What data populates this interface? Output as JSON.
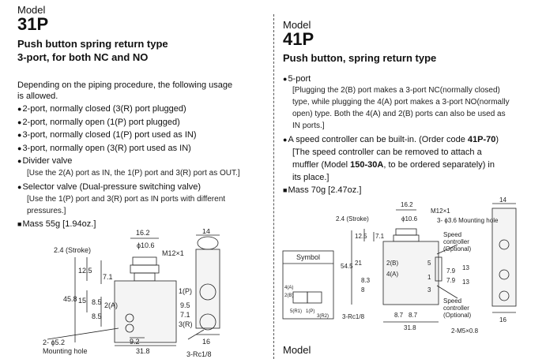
{
  "left": {
    "model_label": "Model",
    "model_number": "31P",
    "title_line1": "Push button spring return type",
    "title_line2": "3-port, for both NC and NO",
    "intro_line1": "Depending on the piping procedure, the following usage",
    "intro_line2": "is allowed.",
    "items": [
      "2-port, normally closed (3(R) port plugged)",
      "2-port, normally open (1(P) port plugged)",
      "3-port, normally closed (1(P) port used as IN)",
      "3-port, normally open (3(R) port used as IN)",
      "Divider valve"
    ],
    "divider_note": "[Use the 2(A) port as IN, the 1(P) port and 3(R) port as OUT.]",
    "selector_item": "Selector valve (Dual-pressure switching valve)",
    "selector_note_1": "[Use the 1(P) port and 3(R) port as IN ports with different",
    "selector_note_2": "pressures.]",
    "mass": "Mass 55g [1.94oz.]",
    "drawing": {
      "dim_16_2": "16.2",
      "dim_phi10_6": "ϕ10.6",
      "dim_14": "14",
      "stroke": "2.4 (Stroke)",
      "m12": "M12×1",
      "dim_12_5": "12.5",
      "dim_7_1": "7.1",
      "dim_45_8": "45.8",
      "dim_15": "15",
      "dim_8_5a": "8.5",
      "dim_8_5b": "8.5",
      "port_1p": "1(P)",
      "port_2a": "2(A)",
      "port_3r": "3(R)",
      "dim_9_5": "9.5",
      "dim_7_1b": "7.1",
      "dim_9_2": "9.2",
      "dim_31_8": "31.8",
      "dim_16": "16",
      "mount_hole_1": "2- ϕ5.2",
      "mount_hole_2": "Mounting hole",
      "rc": "3-Rc1/8"
    }
  },
  "right": {
    "model_label": "Model",
    "model_number": "41P",
    "title": "Push button, spring return type",
    "item_5port": "5-port",
    "note_5port_1": "[Plugging the 2(B) port makes a 3-port NC(normally closed)",
    "note_5port_2": "type, while plugging the 4(A) port makes a 3-port NO(normally",
    "note_5port_3": "open) type. Both the 4(A) and 2(B) ports can also be used as",
    "note_5port_4": "IN ports.]",
    "item_speed_a": "A speed controller can be built-in. (Order code ",
    "item_speed_code": "41P-70",
    "item_speed_b": ")",
    "note_speed_1": "[The speed controller can be removed to attach a",
    "note_speed_2a": "muffler (Model ",
    "note_speed_2b": "150-30A",
    "note_speed_2c": ", to be ordered separately) in",
    "note_speed_3": "its place.]",
    "mass": "Mass 70g [2.47oz.]",
    "bottom_model": "Model",
    "drawing": {
      "dim_16_2": "16.2",
      "m12": "M12×1",
      "stroke": "2.4 (Stroke)",
      "phi10_6": "ϕ10.6",
      "mount_hole": "3- ϕ3.6 Mounting hole",
      "dim_14": "14",
      "dim_12_5": "12.5",
      "dim_7_1": "7.1",
      "speed_ctrl_1": "Speed",
      "speed_ctrl_2": "controller",
      "speed_ctrl_3": "(Optional)",
      "dim_54_5": "54.5",
      "dim_21": "21",
      "dim_8_3": "8.3",
      "dim_8": "8",
      "port_2b": "2(B)",
      "port_4a": "4(A)",
      "port_5": "5",
      "port_1": "1",
      "port_3": "3",
      "dim_7_9a": "7.9",
      "dim_7_9b": "7.9",
      "dim_13a": "13",
      "dim_13b": "13",
      "symbol": "Symbol",
      "sym_4a": "4(A)",
      "sym_2b": "2(B)",
      "sym_5r1": "5(R1)",
      "sym_1p": "1(P)",
      "sym_3r2": "3(R2)",
      "rc": "3-Rc1/8",
      "dim_8_7a": "8.7",
      "dim_8_7b": "8.7",
      "dim_31_8": "31.8",
      "m5": "2-M5×0.8",
      "dim_16": "16"
    }
  }
}
